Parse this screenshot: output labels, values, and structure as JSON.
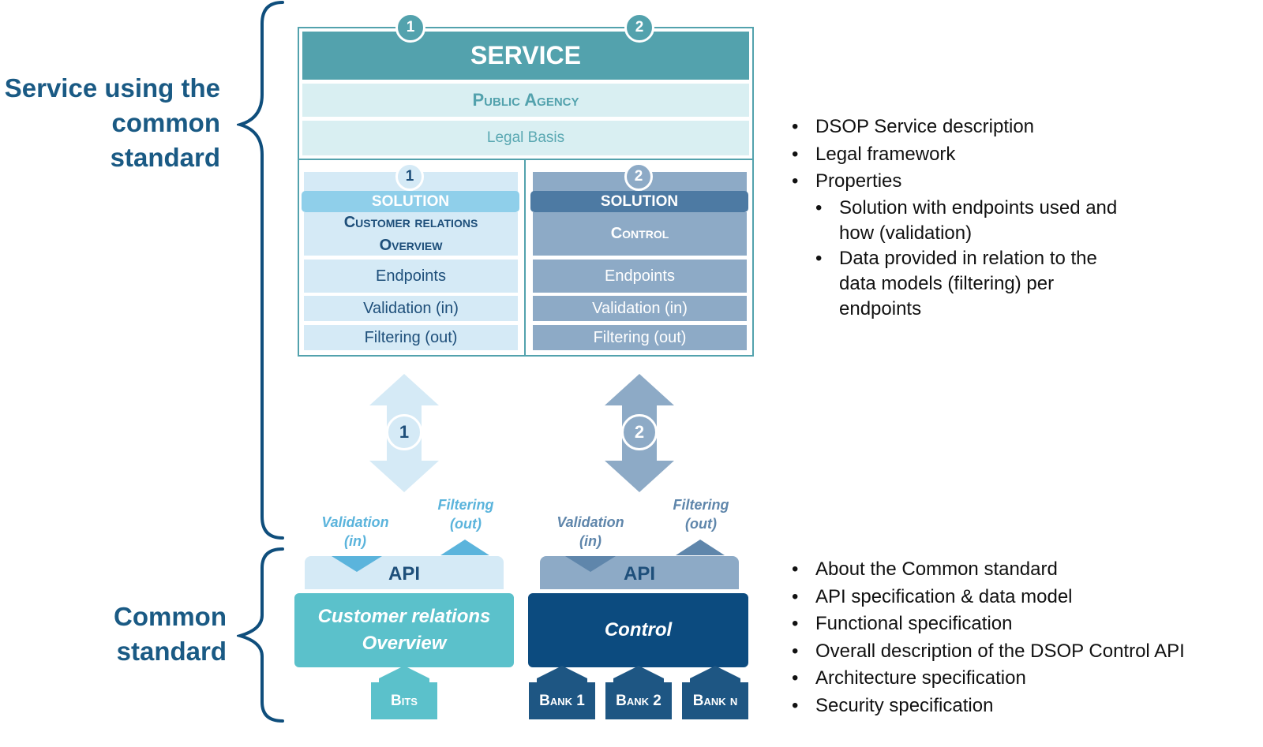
{
  "left_labels": {
    "top": [
      "Service using the",
      "common",
      "standard"
    ],
    "bottom": [
      "Common",
      "standard"
    ]
  },
  "service_box": {
    "title": "SERVICE",
    "agency": "Public Agency",
    "legal": "Legal Basis",
    "badge_1": "1",
    "badge_2": "2"
  },
  "solution_left": {
    "badge": "1",
    "header": "SOLUTION",
    "name_line1": "Customer relations",
    "name_line2": "Overview",
    "rows": [
      "Endpoints",
      "Validation (in)",
      "Filtering (out)"
    ]
  },
  "solution_right": {
    "badge": "2",
    "header": "SOLUTION",
    "name": "Control",
    "rows": [
      "Endpoints",
      "Validation (in)",
      "Filtering (out)"
    ]
  },
  "arrows": {
    "left_badge": "1",
    "right_badge": "2"
  },
  "api_left": {
    "validation": [
      "Validation",
      "(in)"
    ],
    "filtering": [
      "Filtering",
      "(out)"
    ],
    "api_label": "API",
    "system_line1": "Customer relations",
    "system_line2": "Overview",
    "source": "Bits"
  },
  "api_right": {
    "validation": [
      "Validation",
      "(in)"
    ],
    "filtering": [
      "Filtering",
      "(out)"
    ],
    "api_label": "API",
    "system": "Control",
    "banks": [
      "Bank 1",
      "Bank 2",
      "Bank n"
    ]
  },
  "bullets_top": [
    "DSOP Service description",
    "Legal framework",
    "Properties"
  ],
  "bullets_top_sub": [
    [
      "Solution with endpoints used and",
      "how (validation)"
    ],
    [
      "Data provided in relation to the",
      "data models (filtering) per",
      "endpoints"
    ]
  ],
  "bullets_bottom": [
    "About the Common standard",
    "API specification & data model",
    "Functional specification",
    "Overall description of the DSOP Control API",
    "Architecture specification",
    "Security specification"
  ],
  "colors": {
    "navy": "#1a5a84",
    "service_teal": "#53a2ad",
    "light_blue": "#d5eaf6",
    "mid_blue": "#8daac6",
    "dark_blue": "#0c4b7f",
    "system_teal": "#5bc1cb"
  }
}
